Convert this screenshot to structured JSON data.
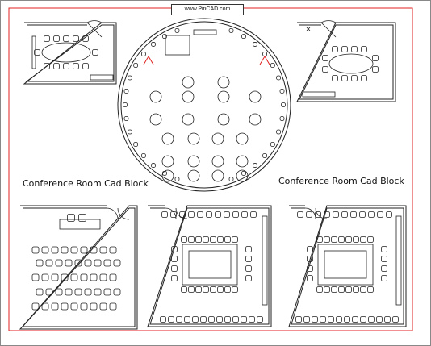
{
  "watermark": "www.PinCAD.com",
  "labels": {
    "left_caption": "Conference Room Cad Block",
    "right_caption": "Conference Room Cad Block"
  },
  "colors": {
    "border": "#e02020",
    "line": "#222222",
    "background": "#ffffff"
  }
}
